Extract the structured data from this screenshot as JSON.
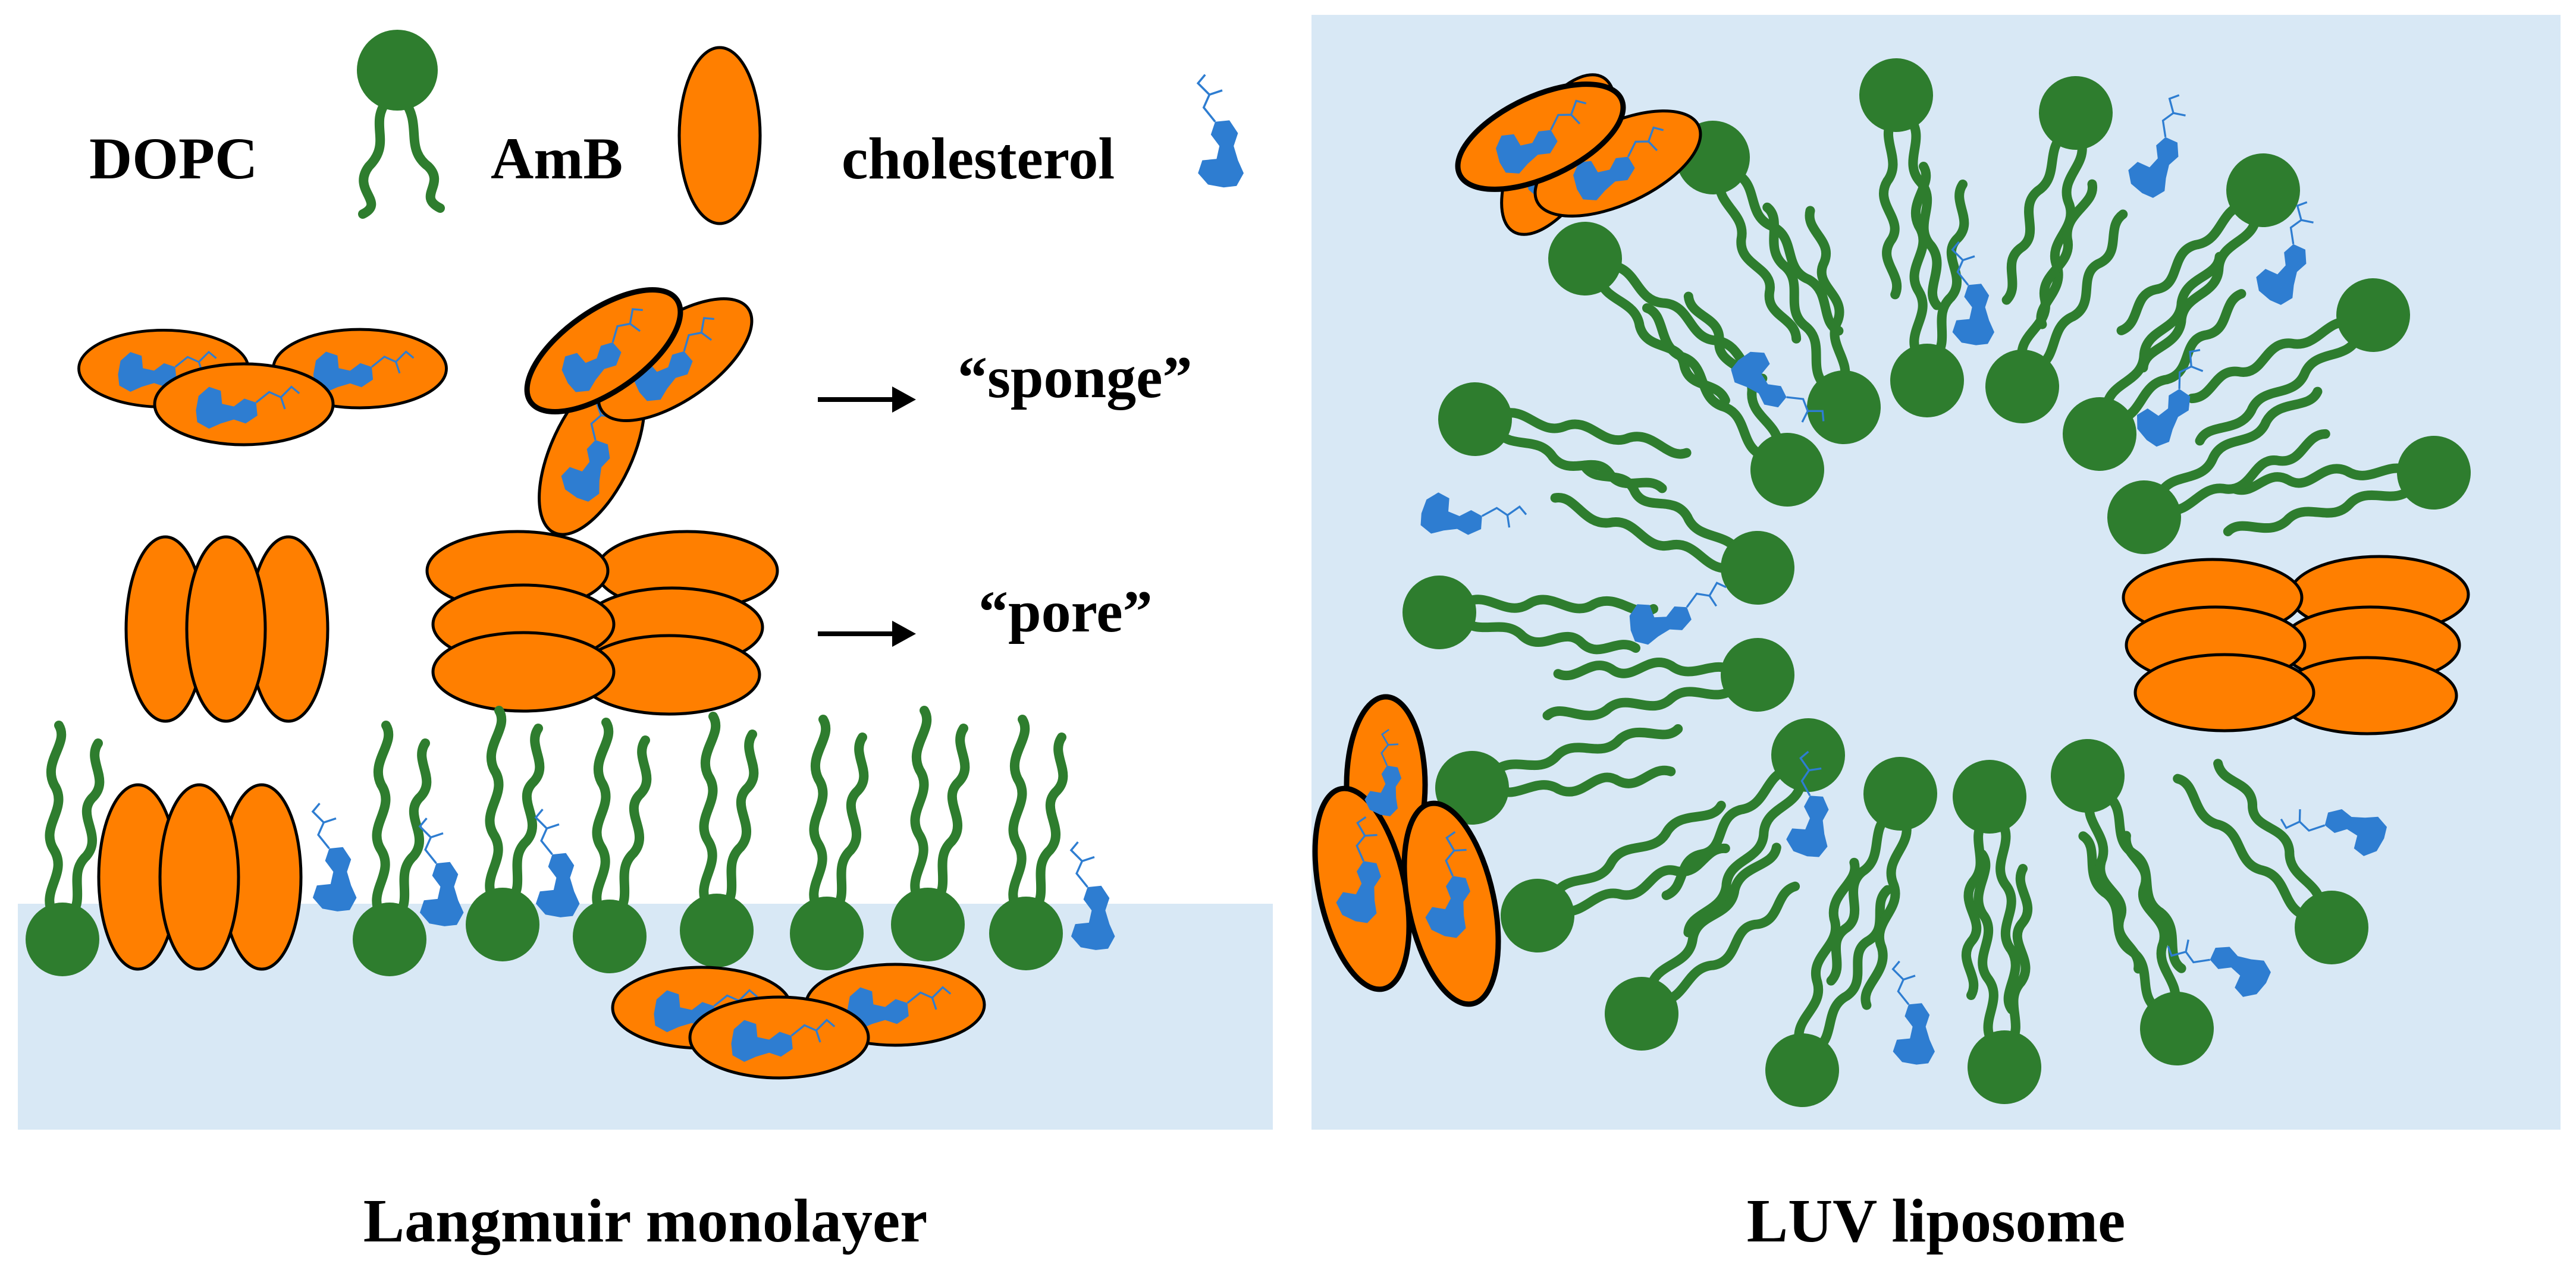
{
  "legend": {
    "dopc": "DOPC",
    "amb": "AmB",
    "cholesterol": "cholesterol"
  },
  "arrows": {
    "sponge": "“sponge”",
    "pore": "“pore”"
  },
  "captions": {
    "left": "Langmuir monolayer",
    "right": "LUV liposome"
  },
  "colors": {
    "amb_fill": "#ff7f00",
    "lipid_green": "#2e7d2e",
    "cholesterol_blue": "#2e7dd1",
    "water_blue": "#d8e8f5"
  }
}
